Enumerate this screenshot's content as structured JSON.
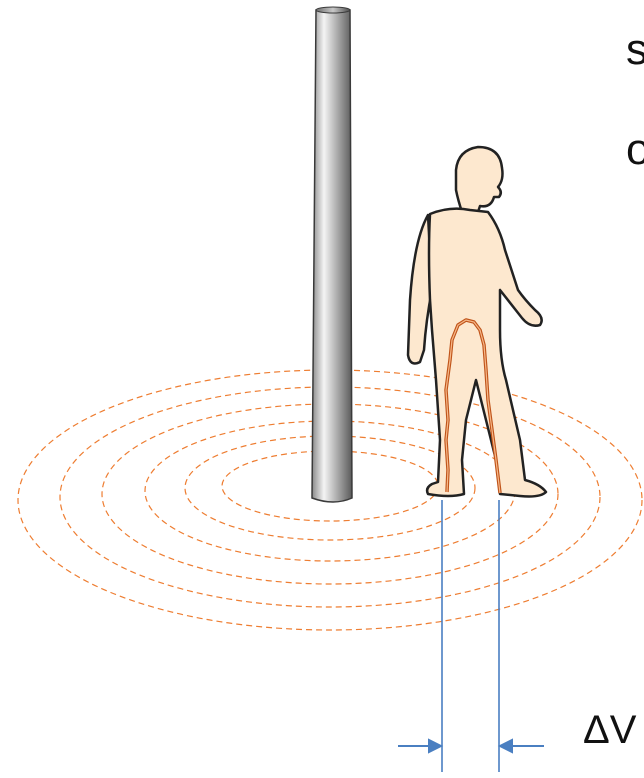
{
  "text_fragments": [
    "s",
    "o"
  ],
  "voltage_label": "ΔV",
  "colors": {
    "ground_rings": "#ee7d31",
    "measurement_lines": "#4a7fc1",
    "pole_light": "#f2f2f2",
    "pole_dark": "#6a6a6a",
    "person_fill": "#fde8cf",
    "person_outline": "#222222",
    "current_path": "#c0541a"
  },
  "icons": [
    "pole-icon",
    "person-icon",
    "current-path-icon"
  ]
}
